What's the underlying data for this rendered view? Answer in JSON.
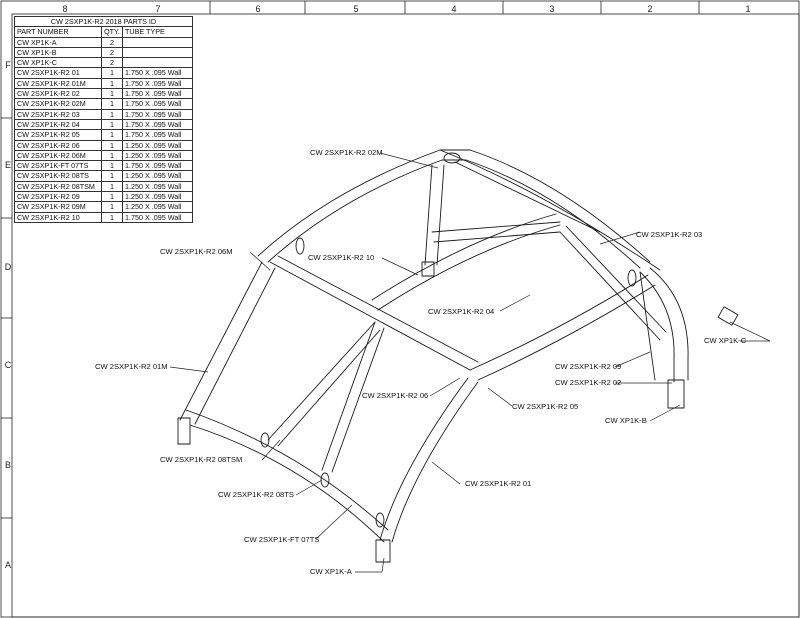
{
  "title_block": {
    "title": "CW 2SXP1K-R2 2018 PARTS ID",
    "headers": {
      "part_number": "PART NUMBER",
      "qty": "QTY.",
      "tube_type": "TUBE TYPE"
    },
    "rows": [
      {
        "part": "CW XP1K-A",
        "qty": "2",
        "tube": ""
      },
      {
        "part": "CW XP1K-B",
        "qty": "2",
        "tube": ""
      },
      {
        "part": "CW XP1K-C",
        "qty": "2",
        "tube": ""
      },
      {
        "part": "CW 2SXP1K-R2 01",
        "qty": "1",
        "tube": "1.750 X .095 Wall"
      },
      {
        "part": "CW 2SXP1K-R2 01M",
        "qty": "1",
        "tube": "1.750 X .095 Wall"
      },
      {
        "part": "CW 2SXP1K-R2 02",
        "qty": "1",
        "tube": "1.750 X .095 Wall"
      },
      {
        "part": "CW 2SXP1K-R2 02M",
        "qty": "1",
        "tube": "1.750 X .095 Wall"
      },
      {
        "part": "CW 2SXP1K-R2 03",
        "qty": "1",
        "tube": "1.750 X .095 Wall"
      },
      {
        "part": "CW 2SXP1K-R2 04",
        "qty": "1",
        "tube": "1.750 X .095 Wall"
      },
      {
        "part": "CW 2SXP1K-R2 05",
        "qty": "1",
        "tube": "1.750 X .095 Wall"
      },
      {
        "part": "CW 2SXP1K-R2 06",
        "qty": "1",
        "tube": "1.250 X .095 Wall"
      },
      {
        "part": "CW 2SXP1K-R2 06M",
        "qty": "1",
        "tube": "1.250 X .095 Wall"
      },
      {
        "part": "CW 2SXP1K-FT 07TS",
        "qty": "1",
        "tube": "1.750 X .095 Wall"
      },
      {
        "part": "CW 2SXP1K-R2 08TS",
        "qty": "1",
        "tube": "1.250 X .095 Wall"
      },
      {
        "part": "CW 2SXP1K-R2 08TSM",
        "qty": "1",
        "tube": "1.250 X .095 Wall"
      },
      {
        "part": "CW 2SXP1K-R2 09",
        "qty": "1",
        "tube": "1.250 X .095 Wall"
      },
      {
        "part": "CW 2SXP1K-R2 09M",
        "qty": "1",
        "tube": "1.250 X .095 Wall"
      },
      {
        "part": "CW 2SXP1K-R2 10",
        "qty": "1",
        "tube": "1.750 X .095 Wall"
      }
    ]
  },
  "zones": {
    "columns": [
      "8",
      "7",
      "6",
      "5",
      "4",
      "3",
      "2",
      "1"
    ],
    "rows": [
      "F",
      "E",
      "D",
      "C",
      "B",
      "A"
    ]
  },
  "callouts": {
    "c02m": "CW 2SXP1K-R2 02M",
    "c03": "CW 2SXP1K-R2 03",
    "c06m": "CW 2SXP1K-R2 06M",
    "c10": "CW 2SXP1K-R2 10",
    "c04": "CW 2SXP1K-R2 04",
    "cxc": "CW XP1K-C",
    "c01m": "CW 2SXP1K-R2 01M",
    "c09": "CW 2SXP1K-R2 09",
    "c02": "CW 2SXP1K-R2 02",
    "c06": "CW 2SXP1K-R2 06",
    "c05": "CW 2SXP1K-R2 05",
    "cxb": "CW XP1K-B",
    "c08tsm": "CW 2SXP1K-R2 08TSM",
    "c01": "CW 2SXP1K-R2 01",
    "c08ts": "CW 2SXP1K-R2 08TS",
    "c07ts": "CW 2SXP1K-FT 07TS",
    "cxa": "CW XP1K-A"
  }
}
